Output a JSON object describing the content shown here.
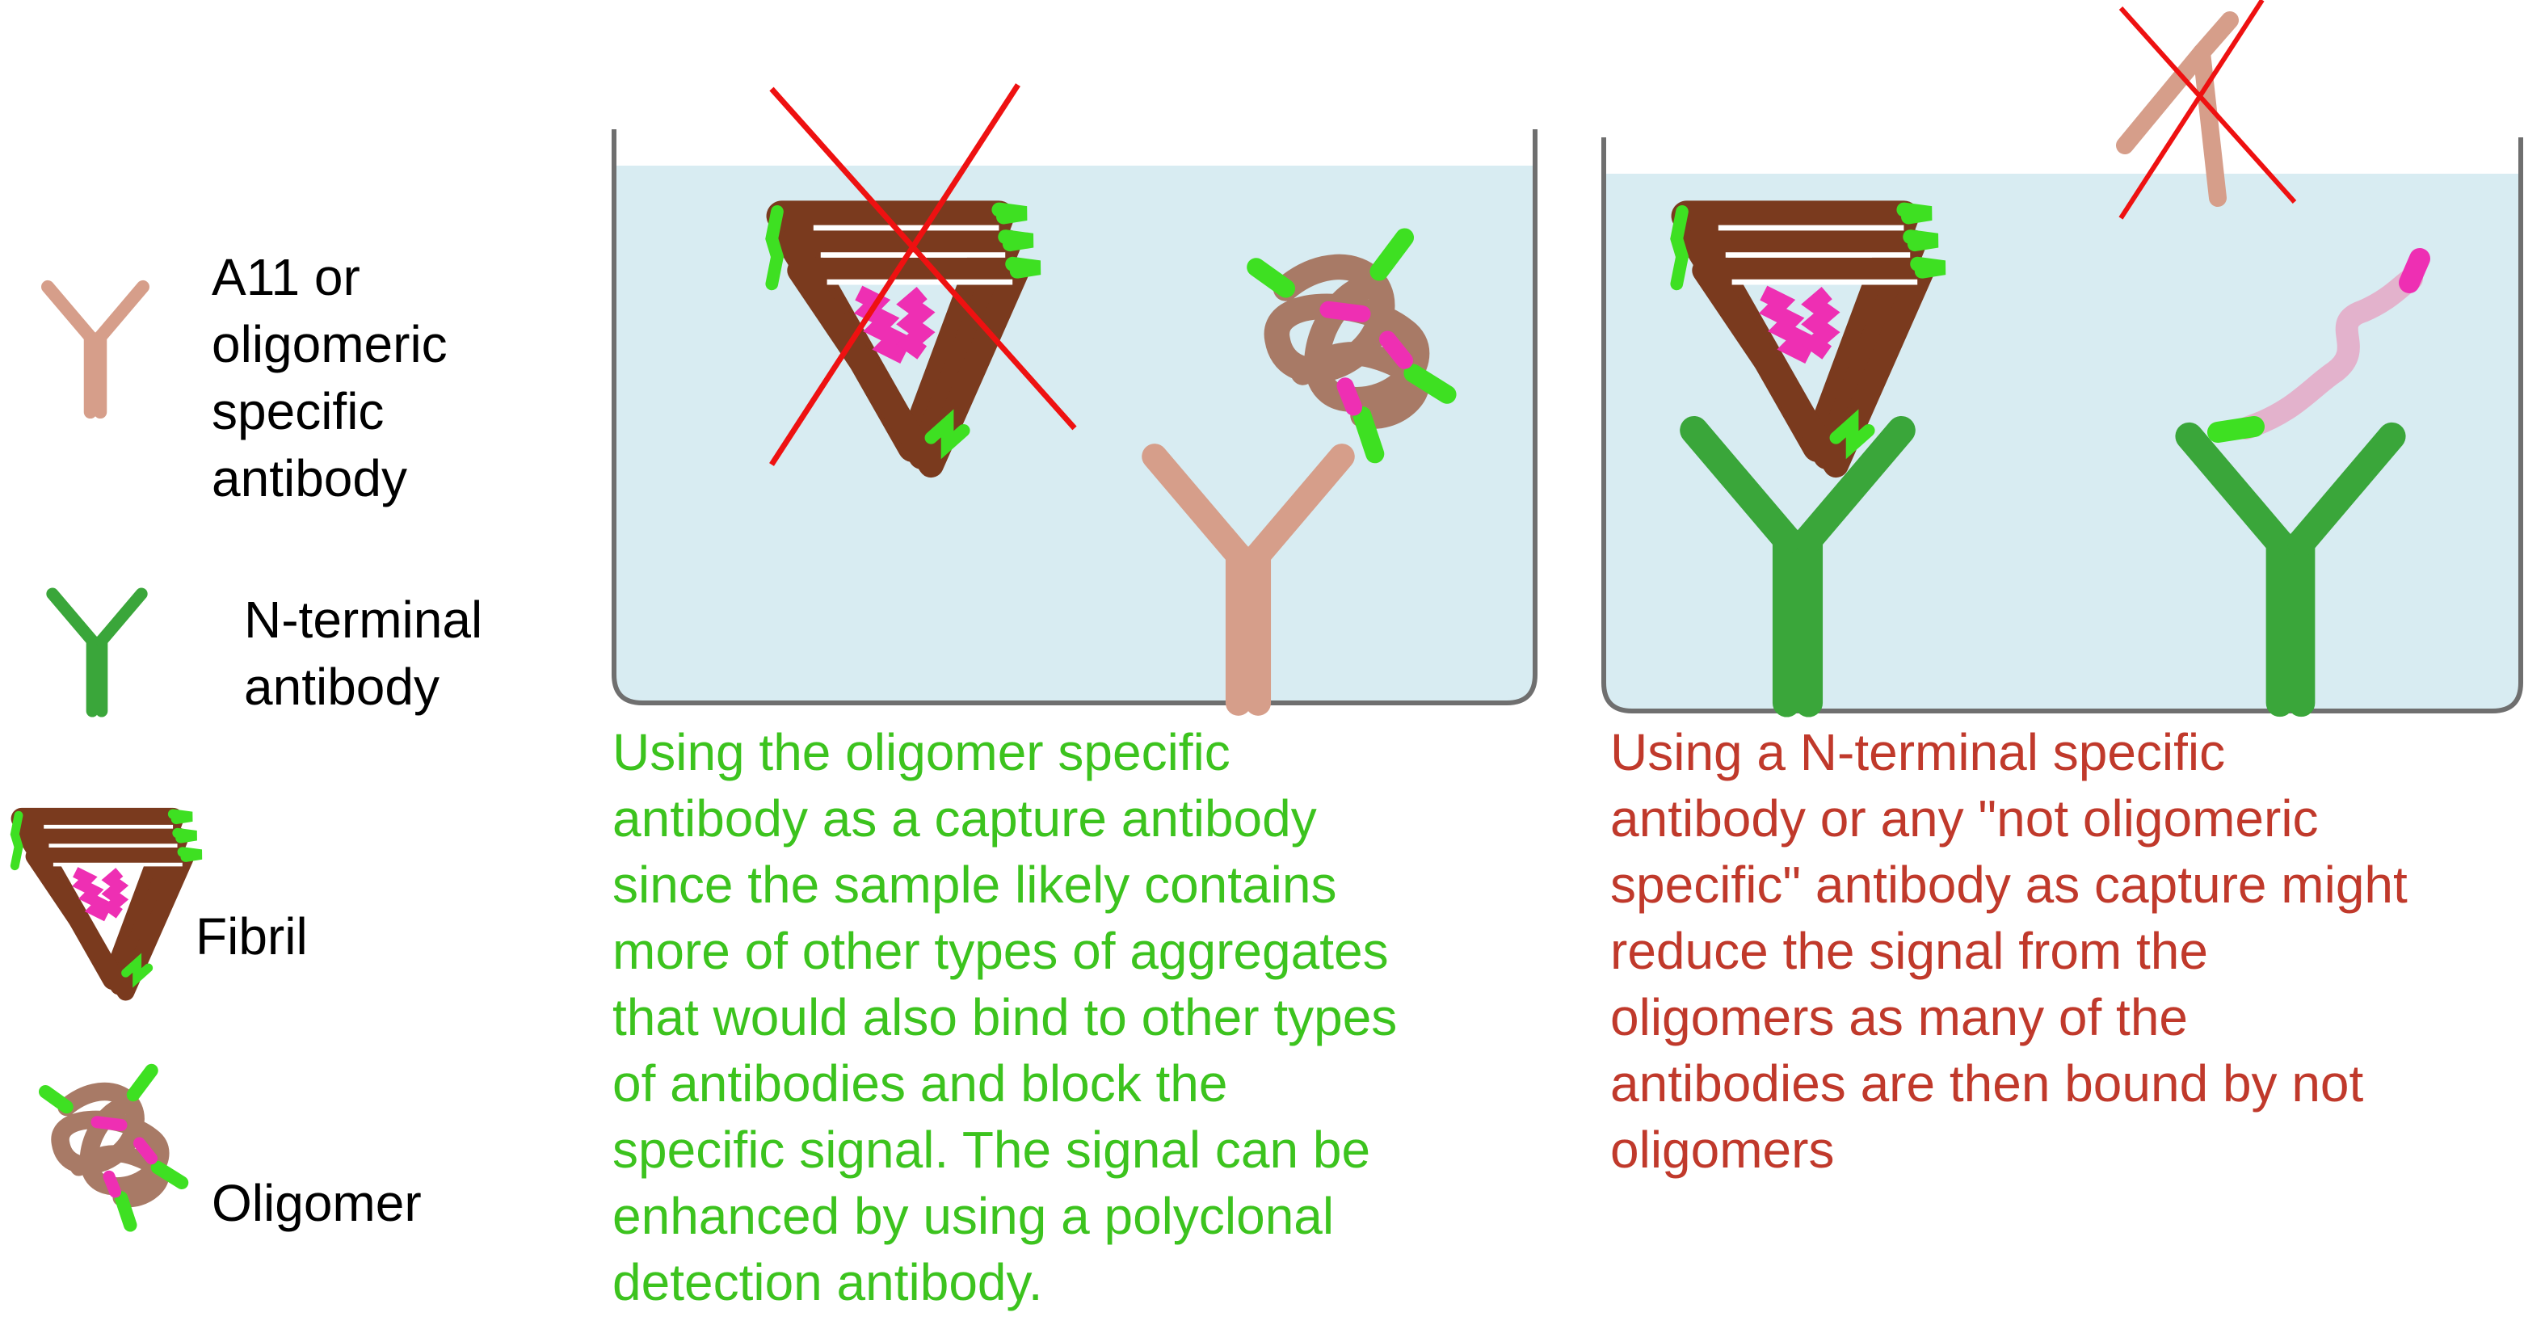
{
  "legend": {
    "a11_antibody": "A11 or\noligomeric\nspecific\nantibody",
    "n_terminal_antibody": "N-terminal\nantibody",
    "fibril": "Fibril",
    "oligomer": "Oligomer"
  },
  "panels": [
    {
      "description": "Using the oligomer specific\nantibody as a capture antibody\nsince the sample likely contains\nmore of other types of aggregates\nthat would also bind to other types\nof antibodies and block the\nspecific signal. The signal can be\nenhanced by using a polyclonal\ndetection antibody.",
      "text_color": "#3cc31e"
    },
    {
      "description": "Using a N-terminal specific\nantibody or any \"not oligomeric\nspecific\" antibody as capture  might\nreduce the signal from the\noligomers as many of the\nantibodies are then bound by not\noligomers",
      "text_color": "#c0392b"
    }
  ],
  "colors": {
    "a11_antibody": "#d69e8a",
    "n_terminal_antibody": "#3aa63a",
    "fibril": "#7a3a1e",
    "oligomer": "#a87a66",
    "epitope_green": "#3ee022",
    "epitope_pink": "#ee2fb3",
    "monomer": "#e3b2cc",
    "well_liquid": "#d8ecf2",
    "well_outline": "#6f6f6f",
    "cross": "#ee1111"
  }
}
